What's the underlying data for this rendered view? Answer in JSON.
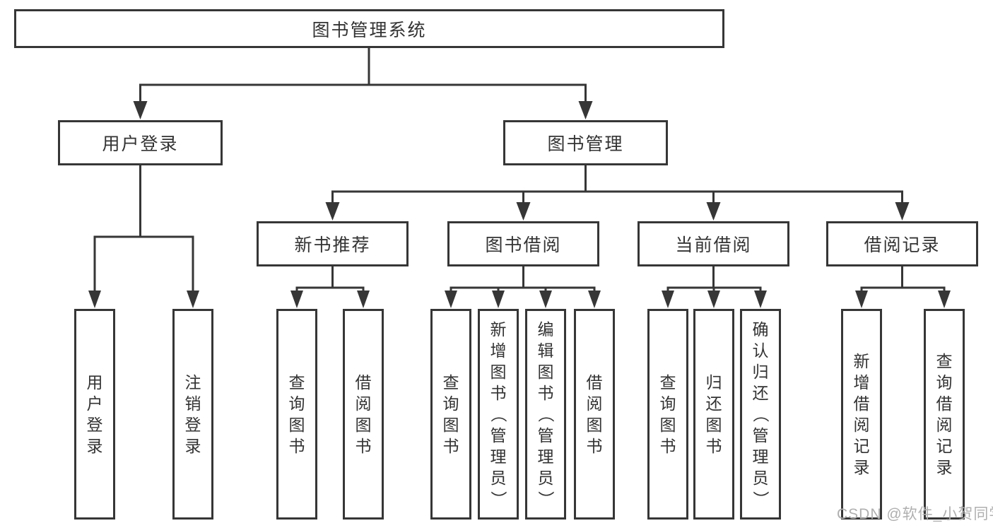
{
  "diagram": {
    "tree": {
      "root": "图书管理系统",
      "children": [
        {
          "label": "用户登录",
          "children": [
            {
              "label": "用户登录"
            },
            {
              "label": "注销登录"
            }
          ]
        },
        {
          "label": "图书管理",
          "children": [
            {
              "label": "新书推荐",
              "children": [
                {
                  "label": "查询图书"
                },
                {
                  "label": "借阅图书"
                }
              ]
            },
            {
              "label": "图书借阅",
              "children": [
                {
                  "label": "查询图书"
                },
                {
                  "label": "新增图书（管理员）"
                },
                {
                  "label": "编辑图书（管理员）"
                },
                {
                  "label": "借阅图书"
                }
              ]
            },
            {
              "label": "当前借阅",
              "children": [
                {
                  "label": "查询图书"
                },
                {
                  "label": "归还图书"
                },
                {
                  "label": "确认归还（管理员）"
                }
              ]
            },
            {
              "label": "借阅记录",
              "children": [
                {
                  "label": "新增借阅记录"
                },
                {
                  "label": "查询借阅记录"
                }
              ]
            }
          ]
        }
      ]
    },
    "watermark": "CSDN @软件_小贺同学",
    "colors": {
      "line": "#363636",
      "border": "#363636",
      "text": "#333333",
      "box_fill": "#ffffff",
      "background": "#ffffff",
      "watermark": "#afafaf"
    }
  }
}
